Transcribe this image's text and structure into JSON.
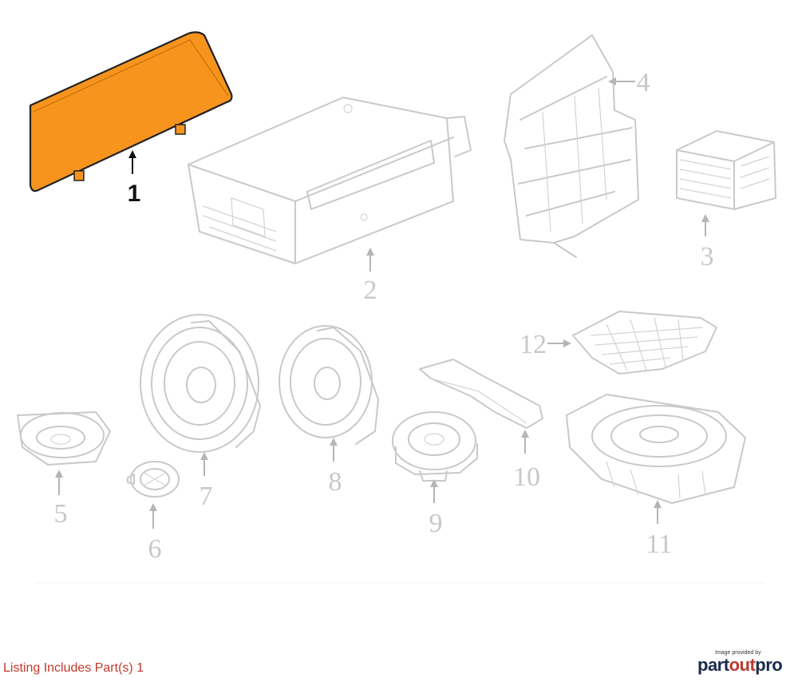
{
  "diagram": {
    "highlight_color": "#f7941d",
    "callouts": [
      {
        "id": "1",
        "label": "1",
        "highlighted": true
      },
      {
        "id": "2",
        "label": "2",
        "highlighted": false
      },
      {
        "id": "3",
        "label": "3",
        "highlighted": false
      },
      {
        "id": "4",
        "label": "4",
        "highlighted": false
      },
      {
        "id": "5",
        "label": "5",
        "highlighted": false
      },
      {
        "id": "6",
        "label": "6",
        "highlighted": false
      },
      {
        "id": "7",
        "label": "7",
        "highlighted": false
      },
      {
        "id": "8",
        "label": "8",
        "highlighted": false
      },
      {
        "id": "9",
        "label": "9",
        "highlighted": false
      },
      {
        "id": "10",
        "label": "10",
        "highlighted": false
      },
      {
        "id": "11",
        "label": "11",
        "highlighted": false
      },
      {
        "id": "12",
        "label": "12",
        "highlighted": false
      }
    ]
  },
  "footer": {
    "listing_text": "Listing Includes Part(s) 1",
    "credit_small": "Image provided by",
    "credit_brand_part1": "part",
    "credit_brand_part2": "out",
    "credit_brand_part3": "pro"
  }
}
